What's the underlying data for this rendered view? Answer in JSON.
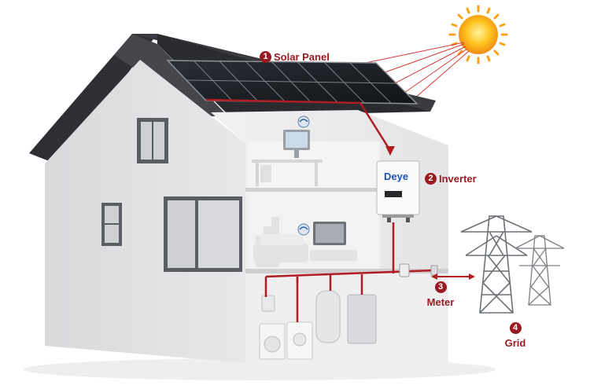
{
  "labels": {
    "solar_panel": {
      "num": "1",
      "text": "Solar Panel"
    },
    "inverter": {
      "num": "2",
      "text": "Inverter"
    },
    "meter": {
      "num": "3",
      "text": "Meter"
    },
    "grid": {
      "num": "4",
      "text": "Grid"
    }
  },
  "inverter_brand": "Deye",
  "colors": {
    "wire": "#b01c22",
    "label": "#9a1a1f",
    "brand": "#1a56b4",
    "sun": "#f7a21a"
  }
}
